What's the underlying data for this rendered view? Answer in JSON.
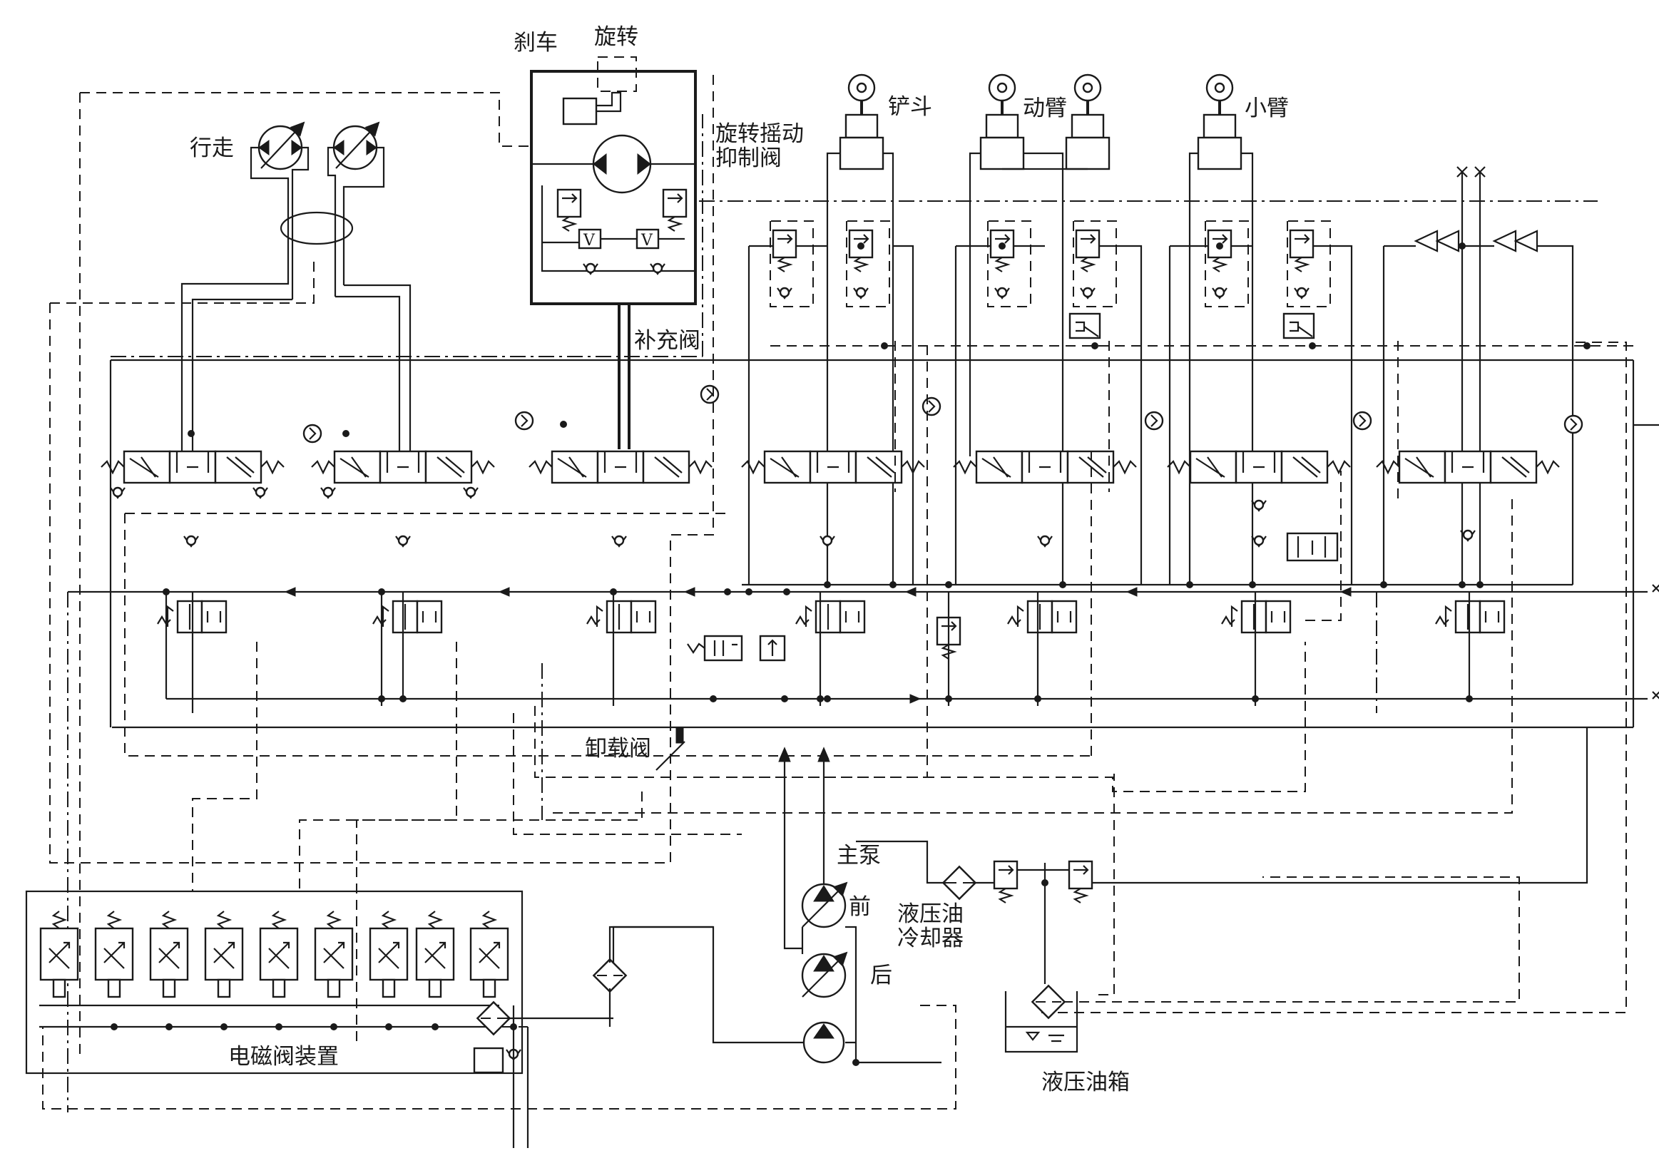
{
  "labels": {
    "brake": "刹车",
    "swing": "旋转",
    "travel": "行走",
    "swing_relief_line1": "旋转摇动",
    "swing_relief_line2": "抑制阀",
    "makeup_valve": "补充阀",
    "bucket": "铲斗",
    "boom": "动臂",
    "arm": "小臂",
    "unloading_valve": "卸载阀",
    "main_pump": "主泵",
    "pump_front": "前",
    "pump_rear": "后",
    "cooler_line1": "液压油",
    "cooler_line2": "冷却器",
    "solenoid_unit": "电磁阀装置",
    "tank": "液压油箱",
    "valve_v1": "V",
    "valve_v2": "V"
  },
  "colors": {
    "line": "#1a1a1a",
    "background": "#ffffff"
  }
}
